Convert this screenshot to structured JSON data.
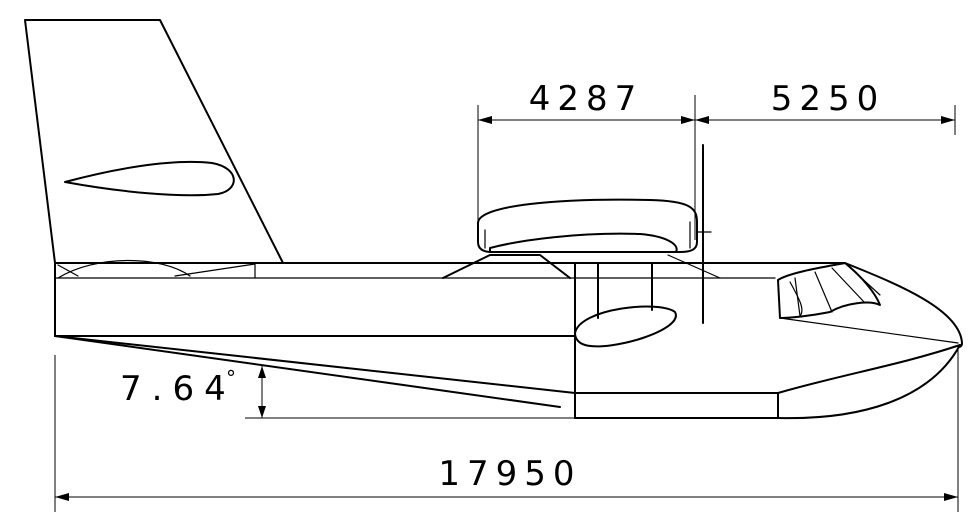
{
  "dimensions": {
    "wing_chord": "4287",
    "nose_to_wing": "5250",
    "overall_length": "17950",
    "tail_angle": "7.64",
    "tail_angle_unit": "°"
  }
}
